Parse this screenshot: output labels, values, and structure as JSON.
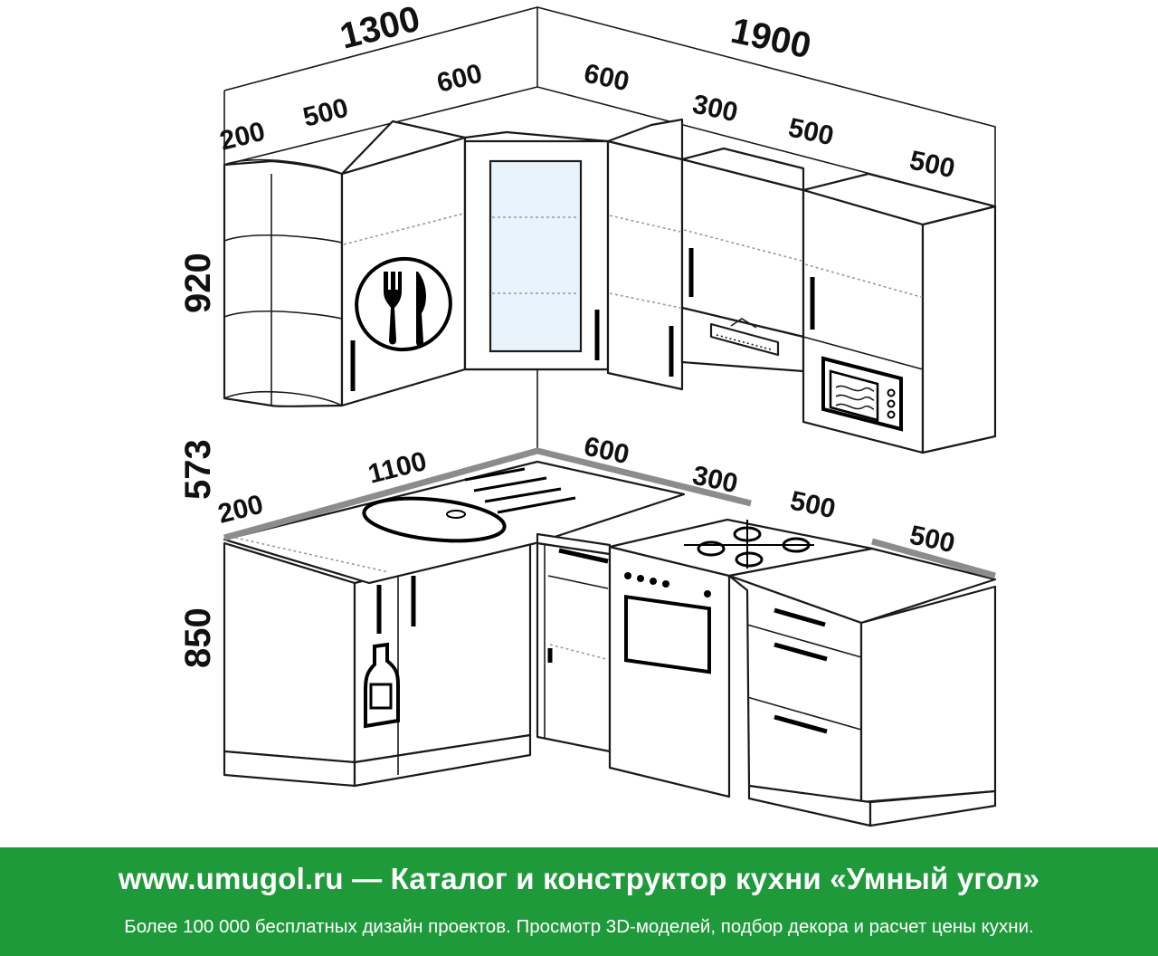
{
  "dimensions": {
    "total_left": "1300",
    "total_right": "1900",
    "wall_left": [
      "200",
      "500",
      "600"
    ],
    "wall_right": [
      "600",
      "300",
      "500",
      "500"
    ],
    "base_left": [
      "200",
      "1100"
    ],
    "base_right": [
      "600",
      "300",
      "500",
      "500"
    ],
    "height_upper": "920",
    "height_gap": "573",
    "height_base": "850"
  },
  "footer": {
    "headline": "www.umugol.ru — Каталог и конструктор кухни «Умный угол»",
    "subline": "Более 100 000 бесплатных дизайн проектов. Просмотр 3D-моделей, подбор декора и расчет цены кухни."
  },
  "colors": {
    "footer_bg": "#1f9a3b",
    "line": "#1a1a1a",
    "worktop_edge": "#8c8c8c",
    "glass": "#e9f3fb"
  }
}
